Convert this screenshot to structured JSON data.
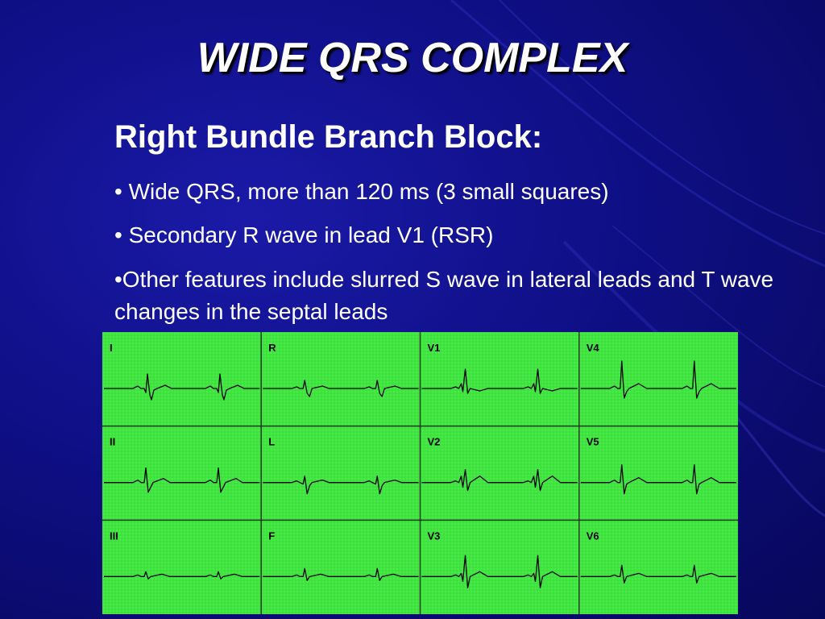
{
  "slide": {
    "title": "WIDE QRS COMPLEX",
    "heading": "Right Bundle Branch Block:",
    "bullets": [
      "• Wide QRS, more than 120 ms (3 small squares)",
      "• Secondary R wave in lead V1 (RSR)",
      "•Other features include slurred S wave in lateral leads and T wave changes in the septal leads"
    ]
  },
  "ecg": {
    "grid_color": "#33e033",
    "background": "#4de84d",
    "trace_color": "#000000",
    "leads": [
      [
        "I",
        "R",
        "V1",
        "V4"
      ],
      [
        "II",
        "L",
        "V2",
        "V5"
      ],
      [
        "III",
        "F",
        "V3",
        "V6"
      ]
    ]
  }
}
